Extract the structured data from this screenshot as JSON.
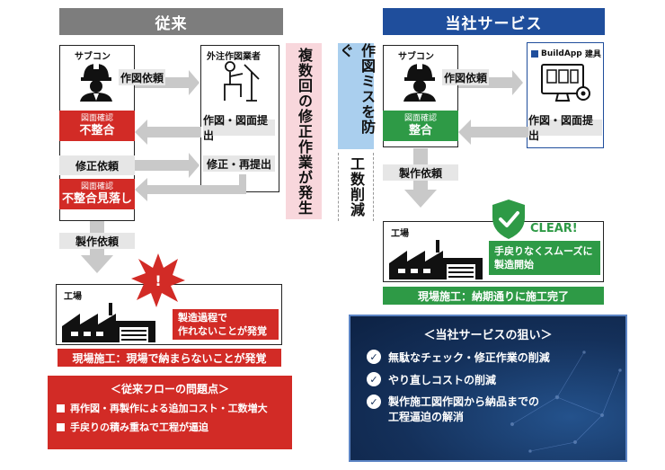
{
  "left": {
    "header": "従来",
    "subcon": "サブコン",
    "outsource": "外注作図業者",
    "req_drawing": "作図依頼",
    "check1_small": "図面確認",
    "check1_big": "不整合",
    "submit": "作図・図面提出",
    "fix_req": "修正依頼",
    "resubmit": "修正・再提出",
    "check2_small": "図面確認",
    "check2_big": "不整合見落し",
    "mfg_req": "製作依頼",
    "factory": "工場",
    "alert": "製造過程で\n作れないことが発覚",
    "site_bar": "現場施工：現場で納まらないことが発覚",
    "problems_title": "＜従来フローの問題点＞",
    "problems": [
      "再作図・再製作による追加コスト・工数増大",
      "手戻りの積み重ねで工程が逼迫"
    ]
  },
  "middle": {
    "pink": "複数回の修正作業が発生",
    "blue": "作図ミスを防ぐ",
    "gray": "工数削減"
  },
  "right": {
    "header": "当社サービス",
    "subcon": "サブコン",
    "buildapp": "BuildApp",
    "buildapp_suffix": "建具",
    "req_drawing": "作図依頼",
    "check_small": "図面確認",
    "check_big": "整合",
    "submit": "作図・図面提出",
    "mfg_req": "製作依頼",
    "factory": "工場",
    "clear": "CLEAR!",
    "smooth": "手戻りなくスムーズに\n製造開始",
    "site_bar": "現場施工：納期通りに施工完了",
    "aims_title": "＜当社サービスの狙い＞",
    "aims": [
      "無駄なチェック・修正作業の削減",
      "やり直しコストの削減",
      "製作施工図作図から納品までの\n工程逼迫の解消"
    ]
  },
  "colors": {
    "red": "#d22b26",
    "green": "#2e9a46",
    "blue": "#1f4e9c",
    "gray": "#7d7d7d",
    "pink": "#f8d7dc",
    "lightblue": "#aacfee"
  }
}
